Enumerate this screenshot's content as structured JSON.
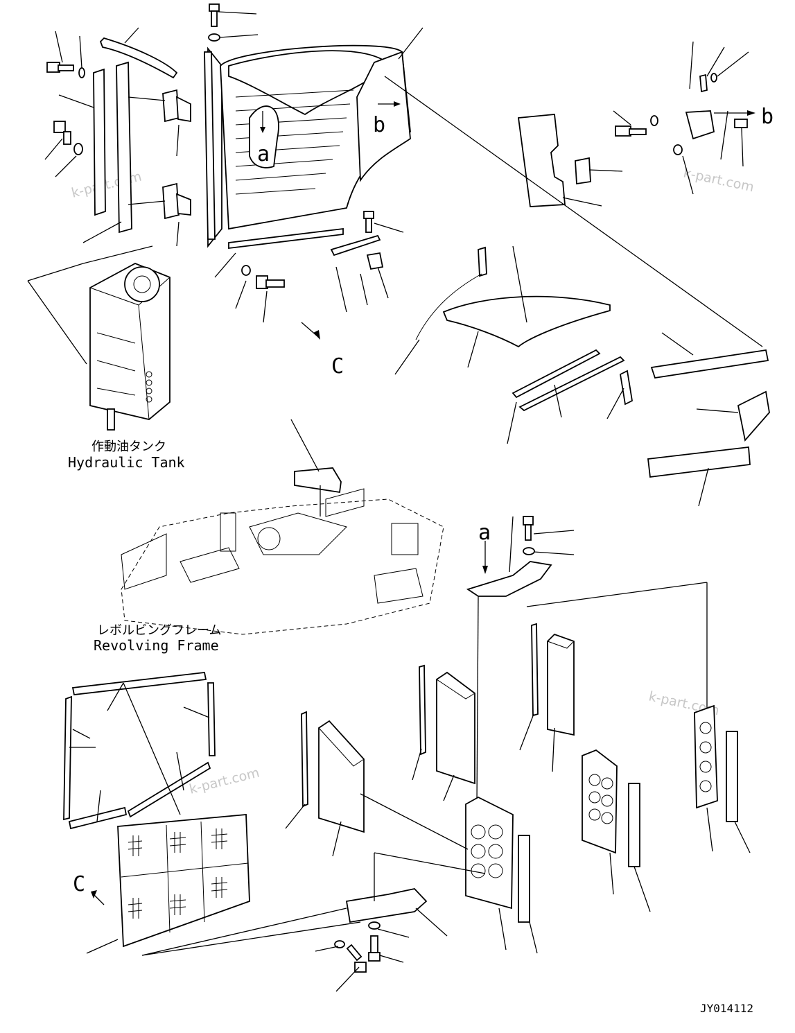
{
  "diagram": {
    "drawing_number": "JY014112",
    "labels": {
      "hydraulic_tank_jp": "作動油タンク",
      "hydraulic_tank_en": "Hydraulic Tank",
      "revolving_frame_jp": "レボルビングフレーム",
      "revolving_frame_en": "Revolving Frame"
    },
    "view_markers": {
      "a_top": "a",
      "a_bottom": "a",
      "b_top": "b",
      "b_right": "b",
      "c_top": "C",
      "c_bottom": "C"
    },
    "watermarks": [
      "k-part.com",
      "k-part.com",
      "k-part.com",
      "k-part.com"
    ]
  }
}
